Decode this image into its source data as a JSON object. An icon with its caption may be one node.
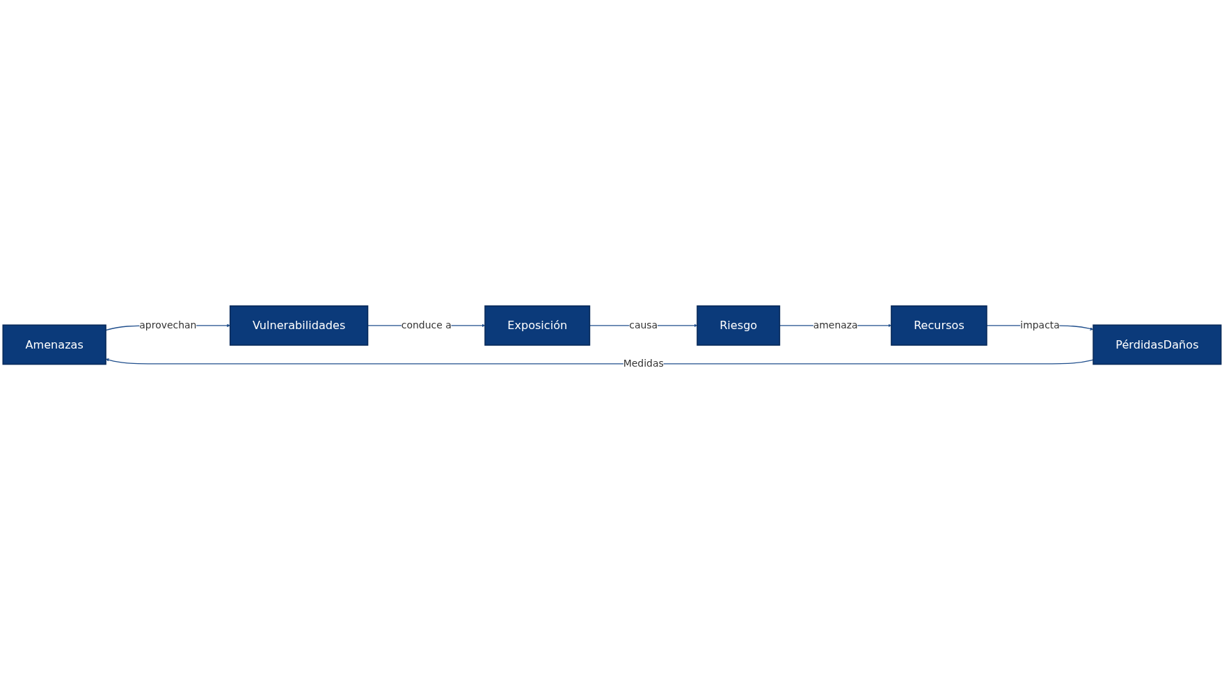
{
  "diagram": {
    "nodes": [
      {
        "text": [
          "Amenazas"
        ]
      },
      {
        "text": [
          "Vulnerabilidades"
        ]
      },
      {
        "text": [
          "Exposición"
        ]
      },
      {
        "text": [
          "Riesgo"
        ]
      },
      {
        "text": [
          "Recursos"
        ]
      },
      {
        "text": [
          "PérdidasDaños"
        ]
      }
    ],
    "edges": [
      {
        "from": 0,
        "to": 1,
        "arrow": "to",
        "label": "aprovechan"
      },
      {
        "from": 1,
        "to": 2,
        "arrow": "to",
        "label": "conduce a"
      },
      {
        "from": 2,
        "to": 3,
        "arrow": "to",
        "label": "causa"
      },
      {
        "from": 3,
        "to": 4,
        "arrow": "to",
        "label": "amenaza"
      },
      {
        "from": 4,
        "to": 5,
        "arrow": "to",
        "label": "impacta"
      },
      {
        "from": 5,
        "to": 0,
        "arrow": "to",
        "label": "Medidas"
      }
    ]
  }
}
